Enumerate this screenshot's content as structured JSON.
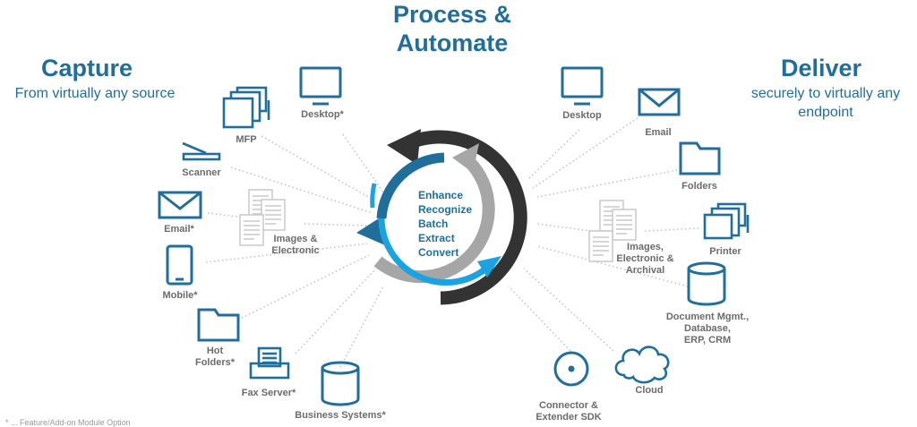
{
  "headings": {
    "process_line1": "Process &",
    "process_line2": "Automate",
    "capture": "Capture",
    "capture_sub": "From virtually any source",
    "deliver": "Deliver",
    "deliver_sub_line1": "securely to virtually any",
    "deliver_sub_line2": "endpoint"
  },
  "center_steps": [
    "Enhance",
    "Recognize",
    "Batch",
    "Extract",
    "Convert"
  ],
  "capture_sources": {
    "desktop": "Desktop*",
    "mfp": "MFP",
    "scanner": "Scanner",
    "email": "Email*",
    "images_line1": "Images &",
    "images_line2": "Electronic",
    "mobile": "Mobile*",
    "hot_folders_line1": "Hot",
    "hot_folders_line2": "Folders*",
    "fax_server": "Fax Server*",
    "business_systems": "Business Systems*"
  },
  "delivery_endpoints": {
    "desktop": "Desktop",
    "email": "Email",
    "folders": "Folders",
    "printer": "Printer",
    "images_line1": "Images,",
    "images_line2": "Electronic &",
    "images_line3": "Archival",
    "docmgmt_line1": "Document Mgmt.,",
    "docmgmt_line2": "Database,",
    "docmgmt_line3": "ERP, CRM",
    "cloud": "Cloud",
    "connector_line1": "Connector &",
    "connector_line2": "Extender SDK"
  },
  "footnote": "* ... Feature/Add-on Module Option",
  "colors": {
    "heading_blue": "#1f6e9c",
    "icon_blue": "#1f6e9c",
    "arrow_dark": "#333333",
    "arrow_gray": "#a6a6a6",
    "arrow_light_blue": "#1aa3e0",
    "label_gray": "#6b6b6b",
    "doc_gray": "#c8c8c8"
  }
}
